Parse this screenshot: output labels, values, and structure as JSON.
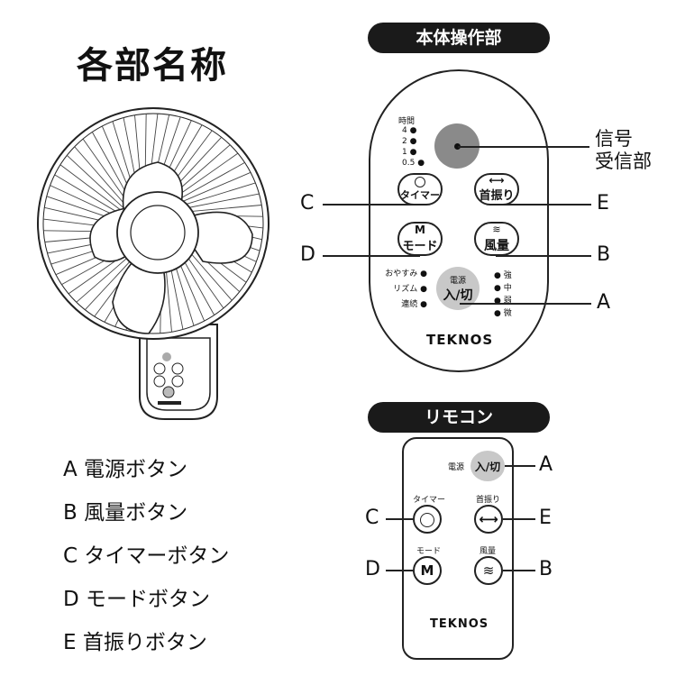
{
  "title": "各部名称",
  "body_panel": {
    "heading": "本体操作部",
    "timer_label": "時間",
    "timer_levels": [
      "4",
      "2",
      "1",
      "0.5"
    ],
    "receiver_label_1": "信号",
    "receiver_label_2": "受信部",
    "timer_button": "タイマー",
    "swing_button": "首振り",
    "mode_symbol": "M",
    "mode_button": "モード",
    "wind_button": "風量",
    "power_top": "電源",
    "power_bottom": "入/切",
    "modes": [
      "おやすみ",
      "リズム",
      "連続"
    ],
    "speeds": [
      "強",
      "中",
      "弱",
      "微"
    ],
    "brand": "TEKNOS"
  },
  "remote_panel": {
    "heading": "リモコン",
    "power_label": "電源",
    "power_button": "入/切",
    "timer_label": "タイマー",
    "swing_label": "首振り",
    "mode_label": "モード",
    "mode_symbol": "M",
    "wind_label": "風量",
    "brand": "TEKNOS"
  },
  "callouts": {
    "a": "A",
    "b": "B",
    "c": "C",
    "d": "D",
    "e": "E"
  },
  "legend": [
    "A 電源ボタン",
    "B 風量ボタン",
    "C タイマーボタン",
    "D モードボタン",
    "E 首振りボタン"
  ]
}
